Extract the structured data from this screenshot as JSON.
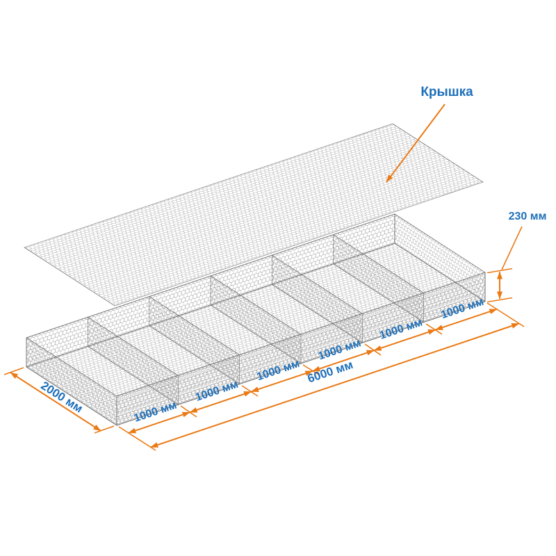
{
  "diagram": {
    "title_label": "Крышка",
    "height_label": "230 мм",
    "width_label": "2000 мм",
    "length_label": "6000 мм",
    "segment_labels": [
      "1000 мм",
      "1000 мм",
      "1000 мм",
      "1000 мм",
      "1000 мм",
      "1000 мм"
    ],
    "dimensions": {
      "length_mm": 6000,
      "width_mm": 2000,
      "height_mm": 230,
      "cell_length_mm": 1000,
      "compartments": 6
    },
    "colors": {
      "dimension_lines": "#EA7A15",
      "labels": "#1D6FBA",
      "mesh": "#909090",
      "background": "#FFFFFF"
    }
  }
}
